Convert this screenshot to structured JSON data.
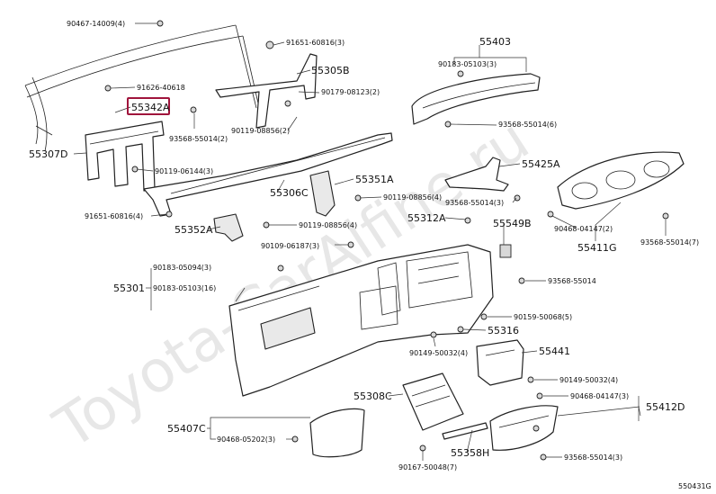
{
  "watermark": "Toyota-CarAlfine.ru",
  "highlight_color": "#a0143c",
  "callouts": [
    {
      "id": "c1",
      "text": "90467-14009(4)",
      "size": "small"
    },
    {
      "id": "c2",
      "text": "91651-60816(3)",
      "size": "small"
    },
    {
      "id": "c3",
      "text": "55305B",
      "size": "main"
    },
    {
      "id": "c4",
      "text": "55403",
      "size": "main"
    },
    {
      "id": "c5",
      "text": "90183-05103(3)",
      "size": "small"
    },
    {
      "id": "c6",
      "text": "91626-40618",
      "size": "small"
    },
    {
      "id": "c7",
      "text": "90179-08123(2)",
      "size": "small"
    },
    {
      "id": "c8",
      "text": "55342A",
      "size": "main",
      "highlight": true
    },
    {
      "id": "c9",
      "text": "93568-55014(6)",
      "size": "small"
    },
    {
      "id": "c10",
      "text": "93568-55014(2)",
      "size": "small"
    },
    {
      "id": "c11",
      "text": "90119-08856(2)",
      "size": "small"
    },
    {
      "id": "c12",
      "text": "55307D",
      "size": "main"
    },
    {
      "id": "c13",
      "text": "90119-06144(3)",
      "size": "small"
    },
    {
      "id": "c14",
      "text": "55425A",
      "size": "main"
    },
    {
      "id": "c15",
      "text": "55351A",
      "size": "main"
    },
    {
      "id": "c16",
      "text": "55306C",
      "size": "main"
    },
    {
      "id": "c17",
      "text": "90119-08856(4)",
      "size": "small"
    },
    {
      "id": "c18",
      "text": "93568-55014(3)",
      "size": "small"
    },
    {
      "id": "c19",
      "text": "91651-60816(4)",
      "size": "small"
    },
    {
      "id": "c20",
      "text": "55312A",
      "size": "main"
    },
    {
      "id": "c21",
      "text": "55549B",
      "size": "main"
    },
    {
      "id": "c22",
      "text": "55352A",
      "size": "main"
    },
    {
      "id": "c23",
      "text": "90119-08856(4)",
      "size": "small"
    },
    {
      "id": "c24",
      "text": "90468-04147(2)",
      "size": "small"
    },
    {
      "id": "c25",
      "text": "55411G",
      "size": "main"
    },
    {
      "id": "c26",
      "text": "93568-55014(7)",
      "size": "small"
    },
    {
      "id": "c27",
      "text": "90109-06187(3)",
      "size": "small"
    },
    {
      "id": "c28",
      "text": "90183-05094(3)",
      "size": "small"
    },
    {
      "id": "c29",
      "text": "55301",
      "size": "main"
    },
    {
      "id": "c30",
      "text": "90183-05103(16)",
      "size": "small"
    },
    {
      "id": "c31",
      "text": "93568-55014",
      "size": "small"
    },
    {
      "id": "c32",
      "text": "90159-50068(5)",
      "size": "small"
    },
    {
      "id": "c33",
      "text": "55316",
      "size": "main"
    },
    {
      "id": "c34",
      "text": "90149-50032(4)",
      "size": "small"
    },
    {
      "id": "c35",
      "text": "55441",
      "size": "main"
    },
    {
      "id": "c36",
      "text": "90149-50032(4)",
      "size": "small"
    },
    {
      "id": "c37",
      "text": "55308C",
      "size": "main"
    },
    {
      "id": "c38",
      "text": "90468-04147(3)",
      "size": "small"
    },
    {
      "id": "c39",
      "text": "55412D",
      "size": "main"
    },
    {
      "id": "c40",
      "text": "55407C",
      "size": "main"
    },
    {
      "id": "c41",
      "text": "90468-05202(3)",
      "size": "small"
    },
    {
      "id": "c42",
      "text": "55358H",
      "size": "main"
    },
    {
      "id": "c43",
      "text": "93568-55014(3)",
      "size": "small"
    },
    {
      "id": "c44",
      "text": "90167-50048(7)",
      "size": "small"
    },
    {
      "id": "c45",
      "text": "550431G",
      "size": "small"
    }
  ]
}
